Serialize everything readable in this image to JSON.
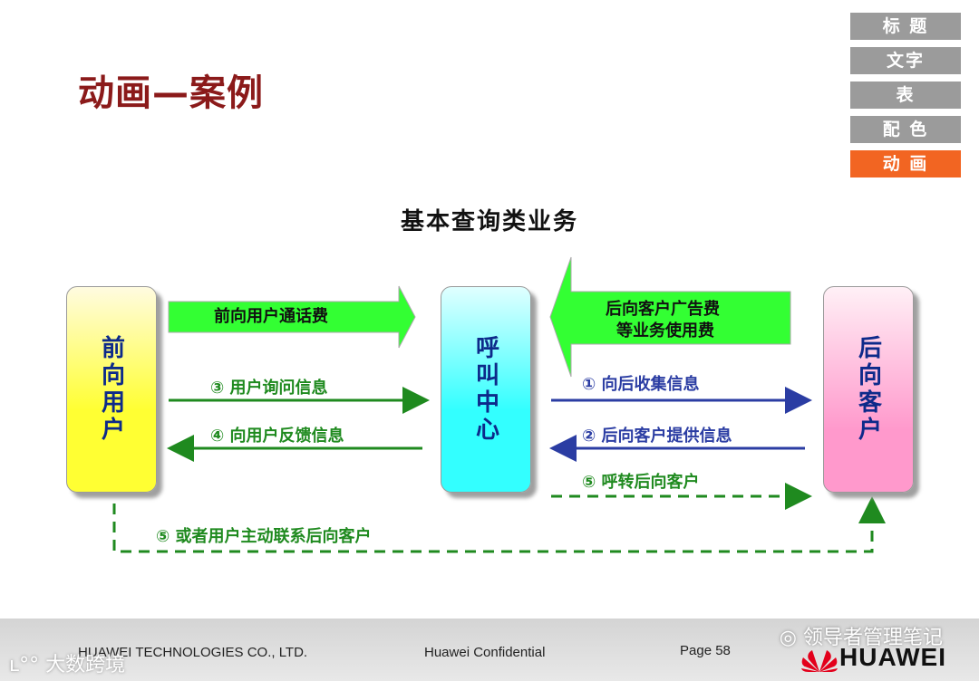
{
  "slide": {
    "title": "动画—案例",
    "subtitle": "基本查询类业务"
  },
  "nav": {
    "items": [
      "标 题",
      "文字",
      "表",
      "配 色",
      "动 画"
    ],
    "active_index": 4
  },
  "nodes": {
    "front_user": "前向用户",
    "call_center": "呼叫中心",
    "back_customer": "后向客户"
  },
  "big_arrows": {
    "right": "前向用户通话费",
    "left_line1": "后向客户广告费",
    "left_line2": "等业务使用费"
  },
  "flows": {
    "f3": "③ 用户询问信息",
    "f4": "④ 向用户反馈信息",
    "f1": "① 向后收集信息",
    "f2": "② 后向客户提供信息",
    "f5a": "⑤ 呼转后向客户",
    "f5b": "⑤ 或者用户主动联系后向客户"
  },
  "footer": {
    "company": "HUAWEI TECHNOLOGIES CO., LTD.",
    "confidential": "Huawei Confidential",
    "page": "Page 58",
    "wechat": "领导者管理笔记",
    "brand": "HUAWEI",
    "watermark": "大数跨境"
  },
  "colors": {
    "title": "#8b1a1a",
    "nav": "#9b9b9b",
    "nav_active": "#f26522",
    "green_arrow": "#33ff33",
    "green_line": "#1f8a1f",
    "blue_line": "#2b3da3"
  }
}
